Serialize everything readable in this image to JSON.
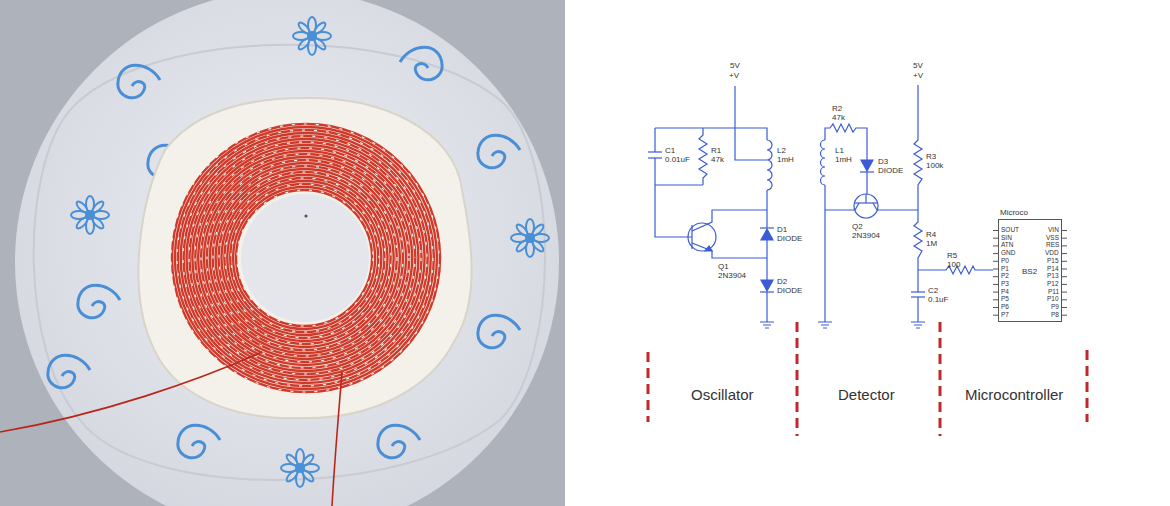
{
  "diagram": {
    "nodes": [
      {
        "text": [
          "Microco",
          "BS2"
        ]
      }
    ],
    "labels": [
      "5V",
      "+V",
      "C1",
      "0.01uF",
      "R1",
      "47k",
      "L2",
      "1mH",
      "Q1",
      "2N3904",
      "D1",
      "DIODE",
      "D2",
      "DIODE",
      "R2",
      "47k",
      "L1",
      "1mH",
      "D3",
      "DIODE",
      "Q2",
      "2N3904",
      "5V",
      "+V",
      "R3",
      "100k",
      "R4",
      "1M",
      "R5",
      "100",
      "C2",
      "0.1uF",
      "SOUT",
      "SIN",
      "ATN",
      "GND",
      "P0",
      "P1",
      "P2",
      "P3",
      "P4",
      "P5",
      "P6",
      "P7",
      "VIN",
      "VSS",
      "RES",
      "VDD",
      "P15",
      "P14",
      "P13",
      "P12",
      "P11",
      "P10",
      "P9",
      "P8",
      "Oscillator",
      "Detector",
      "Microcontroller"
    ]
  }
}
